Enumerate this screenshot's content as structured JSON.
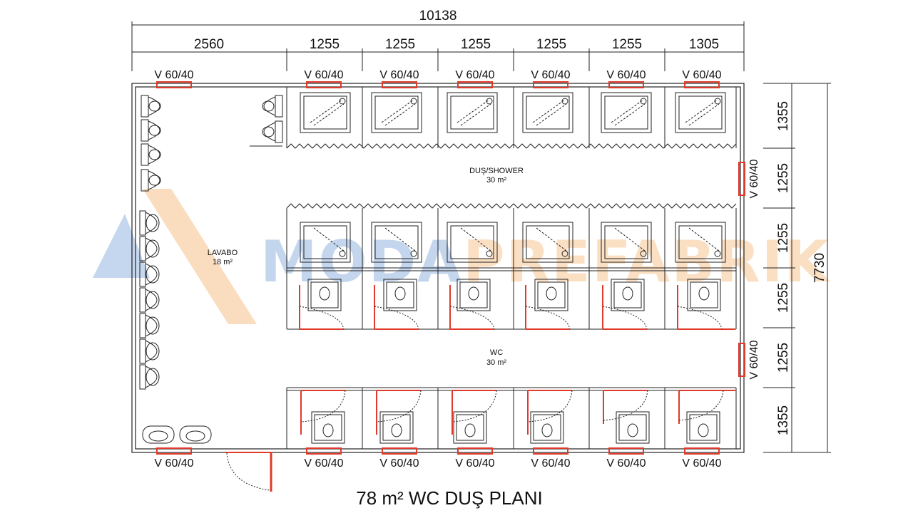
{
  "plan_title": "78 m² WC DUŞ PLANI",
  "watermark": {
    "part1": "MODA",
    "part2": "PREFABRIK",
    "color1": "#2f6fc4",
    "color2": "#f0902a"
  },
  "dimensions": {
    "total_width": "10138",
    "total_height": "7730",
    "top_segments": [
      "2560",
      "1255",
      "1255",
      "1255",
      "1255",
      "1255",
      "1305"
    ],
    "right_segments": [
      "1355",
      "1255",
      "1255",
      "1255",
      "1255",
      "1355"
    ]
  },
  "windows": {
    "top": [
      "V 60/40",
      "V 60/40",
      "V 60/40",
      "V 60/40",
      "V 60/40",
      "V 60/40",
      "V 60/40"
    ],
    "bottom": [
      "V 60/40",
      "V 60/40",
      "V 60/40",
      "V 60/40",
      "V 60/40",
      "V 60/40",
      "V 60/40"
    ],
    "right": [
      "V 60/40",
      "V 60/40"
    ]
  },
  "rooms": {
    "shower": {
      "name": "DUŞ/SHOWER",
      "area": "30 m²"
    },
    "lavabo": {
      "name": "LAVABO",
      "area": "18 m²"
    },
    "wc": {
      "name": "WC",
      "area": "30 m²"
    }
  },
  "colors": {
    "wall": "#222222",
    "window": "#e03a2a",
    "door": "#e03a2a"
  },
  "icons": [
    "urinal-icon",
    "shower-tray-icon",
    "squat-toilet-icon",
    "washbasin-icon",
    "door-swing-icon"
  ]
}
